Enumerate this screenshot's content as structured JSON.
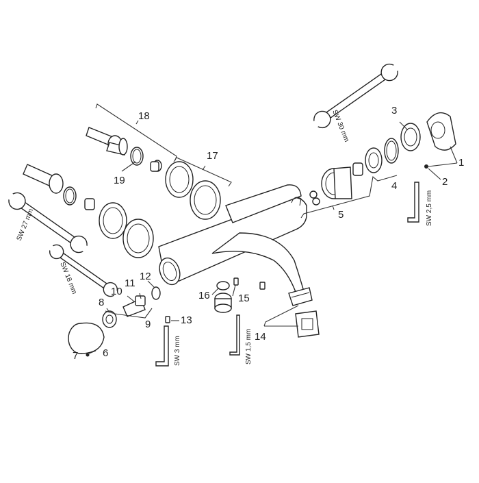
{
  "labels": {
    "p1": "1",
    "p2": "2",
    "p3": "3",
    "p4": "4",
    "p5": "5",
    "p6": "6",
    "p7": "7",
    "p8": "8",
    "p9": "9",
    "p10": "10",
    "p11": "11",
    "p12": "12",
    "p13": "13",
    "p14": "14",
    "p15": "15",
    "p16": "16",
    "p17": "17",
    "p18": "18",
    "p19": "19"
  },
  "tools": {
    "sw30": "SW 30 mm",
    "sw27": "SW 27 mm",
    "sw18": "SW 18 mm",
    "sw25": "SW 2,5 mm",
    "sw3": "SW 3 mm",
    "sw15": "SW 1,5 mm"
  },
  "icons": [
    "wrench-icon",
    "allen-key-icon"
  ]
}
